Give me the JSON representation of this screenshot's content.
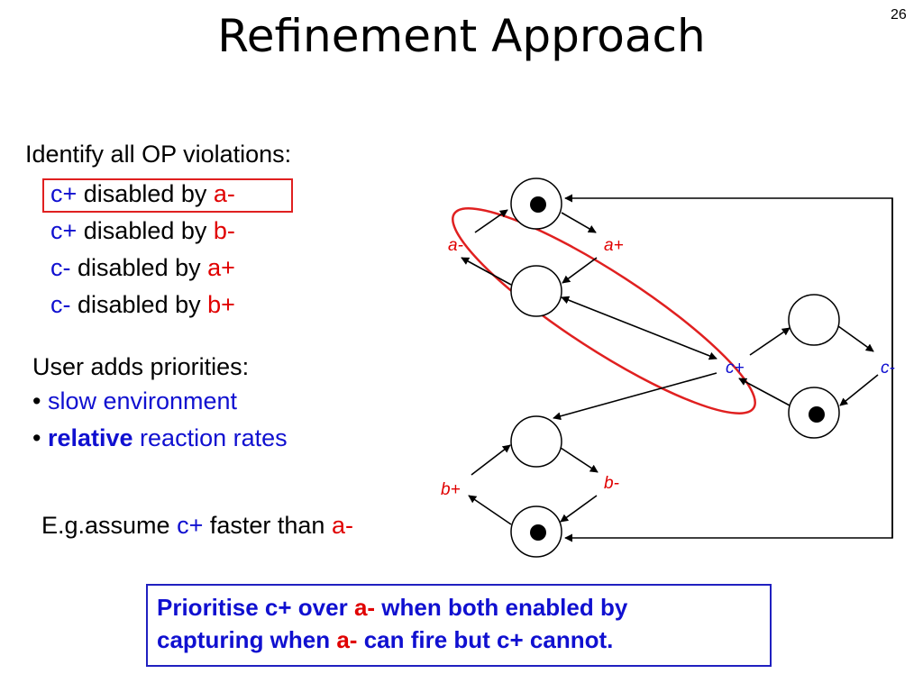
{
  "slide": {
    "title": "Refinement Approach",
    "number": "26"
  },
  "violations": {
    "heading": "Identify all OP violations:",
    "items": [
      {
        "a": "c+",
        "mid": " disabled by ",
        "b": "a-"
      },
      {
        "a": "c+",
        "mid": " disabled by ",
        "b": "b-"
      },
      {
        "a": "c-",
        "mid": " disabled by ",
        "b": "a+"
      },
      {
        "a": "c-",
        "mid": " disabled by ",
        "b": "b+"
      }
    ]
  },
  "priorities": {
    "heading": "User adds priorities:",
    "bullet": "•",
    "item1": "slow environment",
    "item2_bold": "relative",
    "item2_rest": " reaction rates"
  },
  "example": {
    "pre": "E.g.assume ",
    "t1": "c+",
    "mid": " faster than ",
    "t2": "a-"
  },
  "note": {
    "line1_pre": "Prioritise c+ over ",
    "line1_red": "a-",
    "line1_post": " when both enabled by",
    "line2_pre": "capturing when ",
    "line2_red": "a-",
    "line2_post": " can fire but c+ cannot."
  },
  "diagram": {
    "transitions": {
      "a_minus": "a-",
      "a_plus": "a+",
      "c_plus": "c+",
      "c_minus": "c-",
      "b_minus": "b-",
      "b_plus": "b+"
    }
  }
}
